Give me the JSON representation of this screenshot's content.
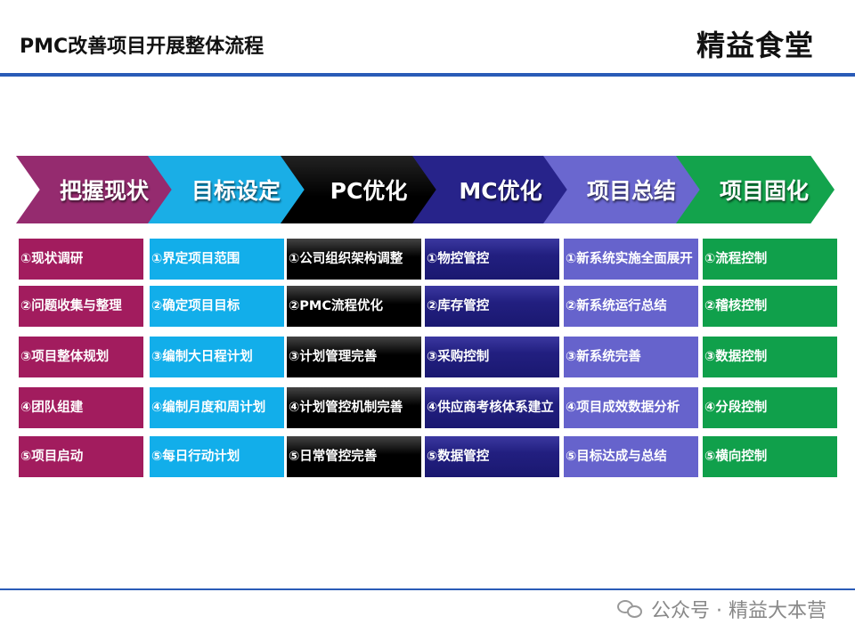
{
  "header": {
    "title": "PMC改善项目开展整体流程",
    "brand": "精益食堂"
  },
  "watermark": "公众号 · 精益大本营",
  "colors": {
    "accent_line": "#2a5bb7"
  },
  "stages": [
    {
      "label": "把握现状",
      "color": "#952b6f",
      "items": [
        "①现状调研",
        "②问题收集与整理",
        "③项目整体规划",
        "④团队组建",
        "⑤项目启动"
      ],
      "box_color": "#a21c5e"
    },
    {
      "label": "目标设定",
      "color": "#1aaee6",
      "items": [
        "①界定项目范围",
        "②确定项目目标",
        "③编制大日程计划",
        "④编制月度和周计划",
        "⑤每日行动计划"
      ],
      "box_color": "#12aeea"
    },
    {
      "label": "PC优化",
      "color": "#000000",
      "items": [
        "①公司组织架构调整",
        "②PMC流程优化",
        "③计划管理完善",
        "④计划管控机制完善",
        "⑤日常管控完善"
      ],
      "box_color": "#000000"
    },
    {
      "label": "MC优化",
      "color": "#27238a",
      "items": [
        "①物控管控",
        "②库存管控",
        "③采购控制",
        "④供应商考核体系建立",
        "⑤数据管控"
      ],
      "box_color": "#221f80"
    },
    {
      "label": "项目总结",
      "color": "#6a67cf",
      "items": [
        "①新系统实施全面展开",
        "②新系统运行总结",
        "③新系统完善",
        "④项目成效数据分析",
        "⑤目标达成与总结"
      ],
      "box_color": "#6663cc"
    },
    {
      "label": "项目固化",
      "color": "#13a34c",
      "items": [
        "①流程控制",
        "②稽核控制",
        "③数据控制",
        "④分段控制",
        "⑤横向控制"
      ],
      "box_color": "#10a04b"
    }
  ]
}
